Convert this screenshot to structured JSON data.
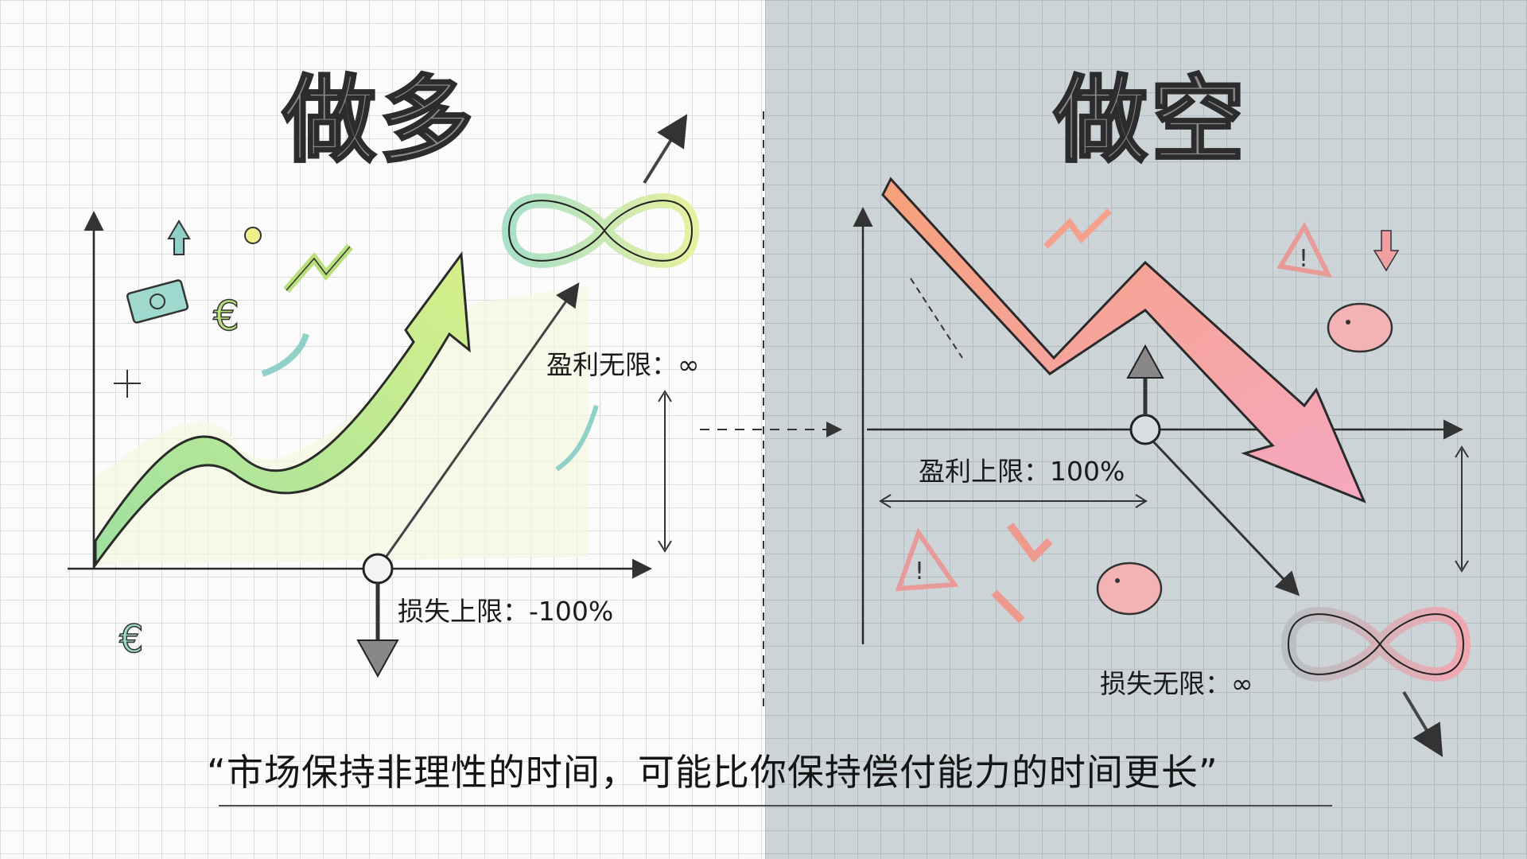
{
  "left_panel": {
    "title": "做多",
    "profit_label": "盈利无限：∞",
    "loss_label": "损失上限：-100%",
    "background": "#fbfbfb",
    "accent": "#b7e07a",
    "icons": [
      "up-arrow-icon",
      "lightbulb-icon",
      "banknote-icon",
      "euro-icon",
      "zigzag-up-arrow-icon",
      "curved-up-arrow-icon",
      "sparkle-icon",
      "infinity-icon"
    ]
  },
  "right_panel": {
    "title": "做空",
    "profit_label": "盈利上限：100%",
    "loss_label": "损失无限：∞",
    "background": "#cdd4d8",
    "accent": "#f4a08a",
    "icons": [
      "warning-icon",
      "down-arrow-icon",
      "broken-piggy-bank-icon",
      "zigzag-up-arrow-icon",
      "infinity-icon"
    ]
  },
  "quote": "“市场保持非理性的时间，可能比你保持偿付能力的时间更长”"
}
